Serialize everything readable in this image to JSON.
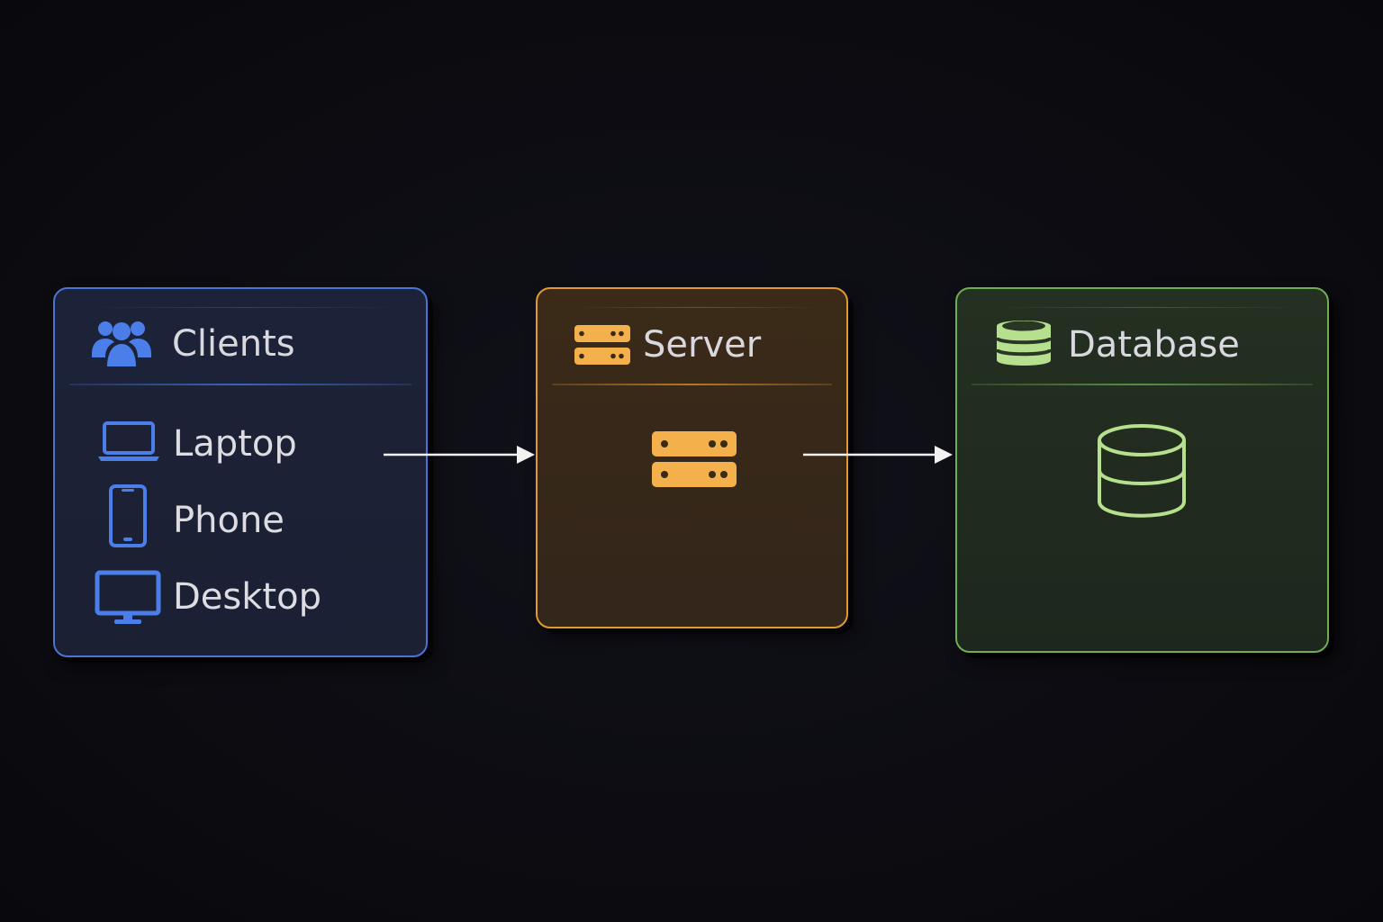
{
  "colors": {
    "background": "#0c0c12",
    "clients_accent": "#4b74d6",
    "server_accent": "#f4b04a",
    "database_accent": "#b7e08e",
    "arrow": "#f2f2f2"
  },
  "clients": {
    "title": "Clients",
    "title_icon": "users-icon",
    "items": [
      {
        "label": "Laptop",
        "icon": "laptop-icon"
      },
      {
        "label": "Phone",
        "icon": "phone-icon"
      },
      {
        "label": "Desktop",
        "icon": "monitor-icon"
      }
    ]
  },
  "server": {
    "title": "Server",
    "title_icon": "server-icon",
    "body_icon": "server-icon"
  },
  "database": {
    "title": "Database",
    "title_icon": "database-icon",
    "body_icon": "database-icon"
  },
  "connections": [
    {
      "from": "Clients",
      "to": "Server"
    },
    {
      "from": "Server",
      "to": "Database"
    }
  ]
}
